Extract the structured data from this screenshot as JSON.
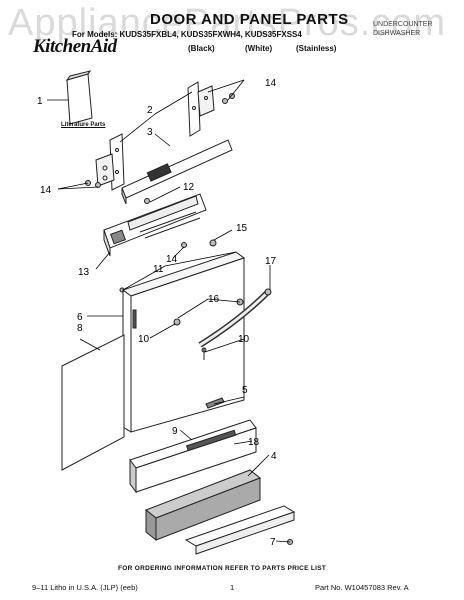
{
  "watermark": "AppliancePartsPros.com",
  "header": {
    "title": "DOOR AND PANEL PARTS",
    "models": "For Models: KUDS35FXBL4, KUDS35FXWH4, KUDS35FXSS4",
    "brand": "KitchenAid",
    "color_black": "(Black)",
    "color_white": "(White)",
    "color_stainless": "(Stainless)",
    "right_line1": "UNDERCOUNTER",
    "right_line2": "DISHWASHER"
  },
  "literature_label": "Literature Parts",
  "callouts": [
    "1",
    "2",
    "3",
    "12",
    "14",
    "14",
    "13",
    "14",
    "11",
    "15",
    "17",
    "6",
    "8",
    "16",
    "10",
    "10",
    "5",
    "9",
    "18",
    "4",
    "7"
  ],
  "footer": {
    "ordering": "FOR ORDERING INFORMATION REFER TO PARTS PRICE LIST",
    "left": "9–11 Litho in U.S.A. (JLP) (eeb)",
    "center": "1",
    "right": "Part No. W10457083 Rev. A"
  }
}
